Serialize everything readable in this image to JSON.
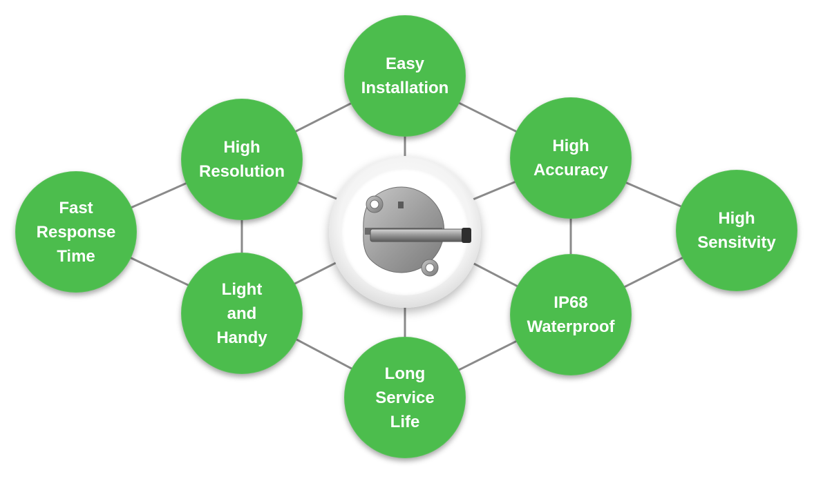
{
  "nodes": {
    "easy_installation": "Easy\nInstallation",
    "high_resolution": "High\nResolution",
    "high_accuracy": "High\nAccuracy",
    "fast_response_time": "Fast\nResponse\nTime",
    "high_sensitivity": "High\nSensitvity",
    "light_and_handy": "Light\nand\nHandy",
    "ip68_waterproof": "IP68\nWaterproof",
    "long_service_life": "Long\nService\nLife"
  },
  "center": {
    "icon": "sensor-device-icon"
  },
  "colors": {
    "node_fill": "#4cbd4d",
    "node_text": "#ffffff",
    "connector": "#8a8a8a"
  }
}
